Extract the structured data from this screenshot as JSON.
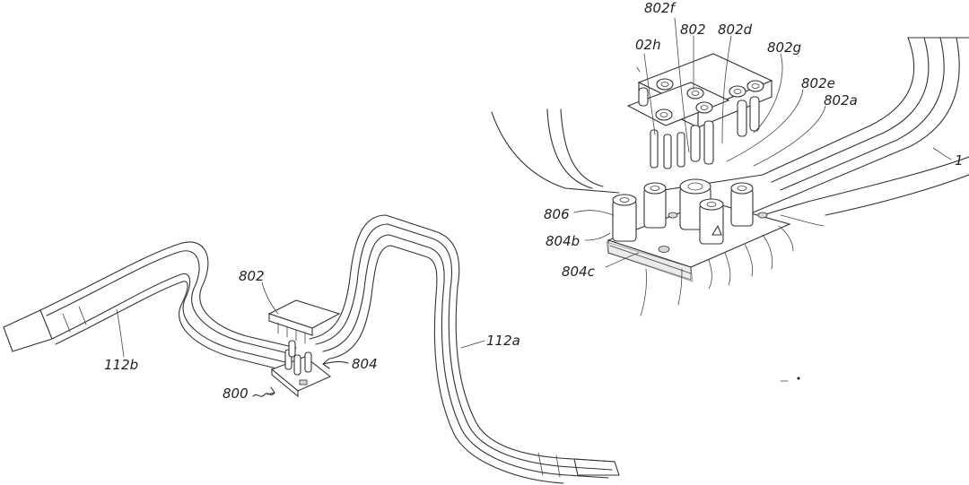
{
  "labels": {
    "l112b": "112b",
    "l802_main": "802",
    "l804_main": "804",
    "l800": "800",
    "l112a": "112a",
    "l802f": "802f",
    "l02h": "02h",
    "l802_zoom": "802",
    "l802d": "802d",
    "l802g": "802g",
    "l802e": "802e",
    "l802a": "802a",
    "l1": "1",
    "l806": "806",
    "l804b": "804b",
    "l804c": "804c"
  },
  "icons": {
    "arrow_800": "wavy-arrow-icon",
    "arrow_804": "arrow-icon"
  }
}
